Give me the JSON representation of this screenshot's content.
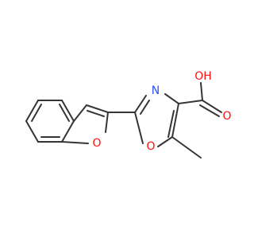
{
  "molecule": {
    "atoms": {
      "ring_o": {
        "label": "O",
        "color": "#ff0d0d"
      },
      "ring_n": {
        "label": "N",
        "color": "#3050f8"
      },
      "furan_o": {
        "label": "O",
        "color": "#ff0d0d"
      },
      "hydroxyl": {
        "label": "OH",
        "color": "#ff0d0d"
      },
      "carbonyl_o": {
        "label": "O",
        "color": "#ff0d0d"
      }
    },
    "bond_color": "#353535"
  }
}
